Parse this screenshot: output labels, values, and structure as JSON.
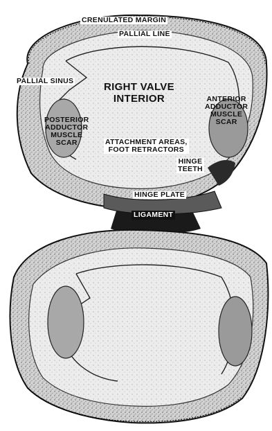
{
  "labels": {
    "crenulated_margin": "CRENULATED MARGIN",
    "pallial_line": "PALLIAL LINE",
    "pallial_sinus": "PALLIAL SINUS",
    "title_line1": "RIGHT VALVE",
    "title_line2": "INTERIOR",
    "anterior": [
      "ANTERIOR",
      "ADDUCTOR",
      "MUSCLE",
      "SCAR"
    ],
    "posterior": [
      "POSTERIOR",
      "ADDUCTOR",
      "MUSCLE",
      "SCAR"
    ],
    "attachment": [
      "ATTACHMENT AREAS,",
      "FOOT RETRACTORS"
    ],
    "hinge_teeth": [
      "HINGE",
      "TEETH"
    ],
    "hinge_plate": "HINGE PLATE",
    "ligament": "LIGAMENT"
  }
}
